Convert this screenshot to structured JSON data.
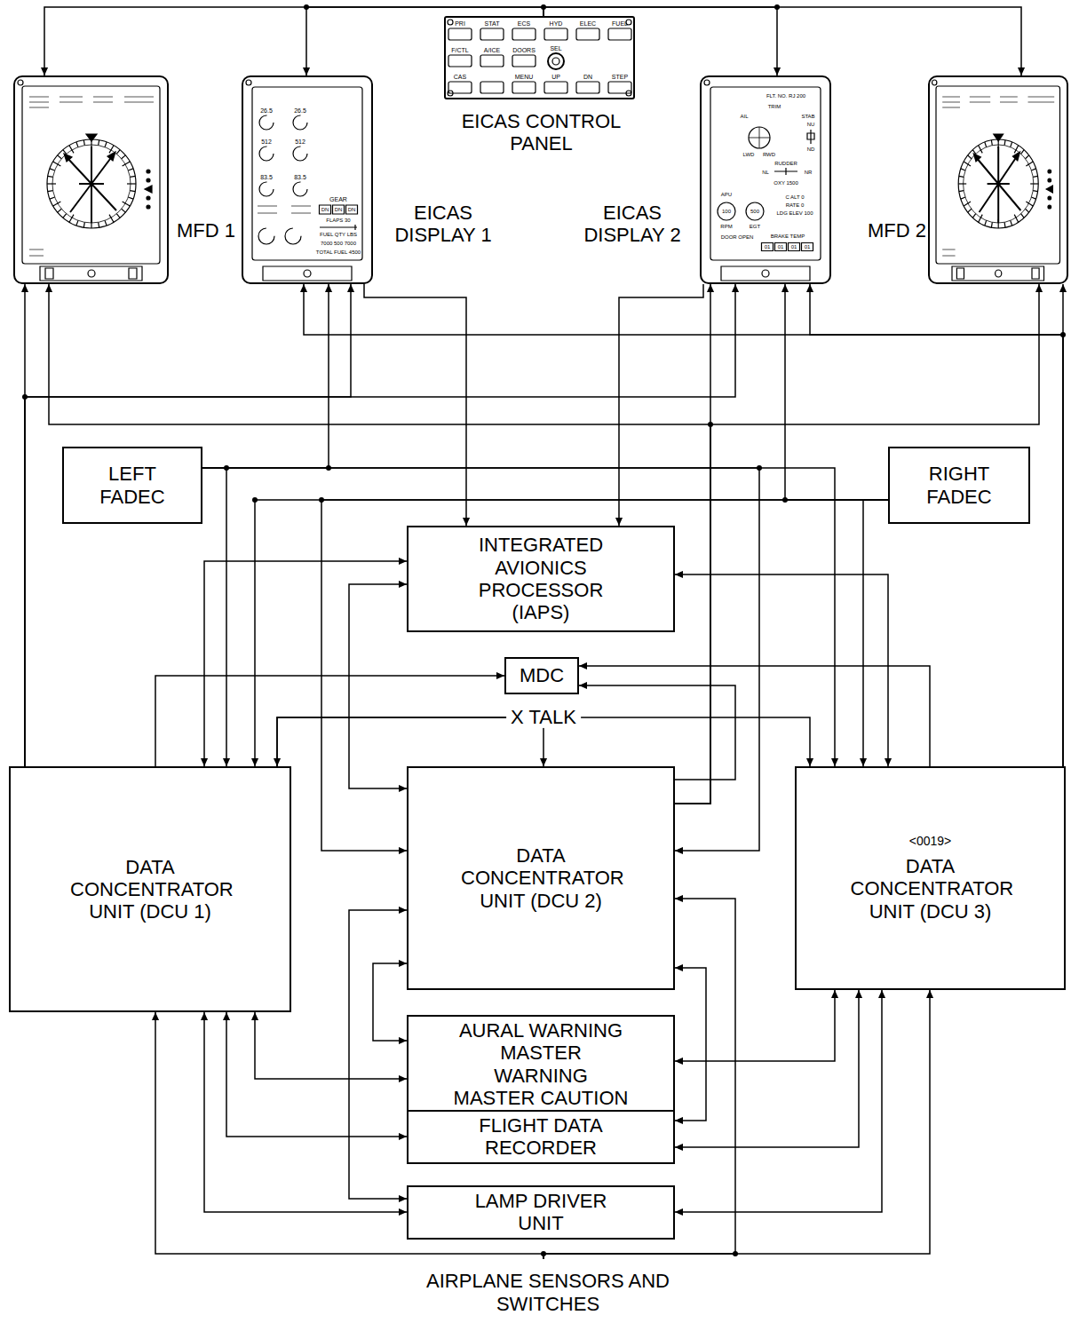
{
  "diagram": {
    "nodes": [
      {
        "text": [
          "MFD 1"
        ]
      },
      {
        "text": [
          "EICAS DISPLAY 1"
        ]
      },
      {
        "text": [
          "EICAS CONTROL PANEL"
        ]
      },
      {
        "text": [
          "EICAS DISPLAY 2"
        ]
      },
      {
        "text": [
          "MFD 2"
        ]
      },
      {
        "text": [
          "LEFT FADEC"
        ]
      },
      {
        "text": [
          "RIGHT FADEC"
        ]
      },
      {
        "text": [
          "INTEGRATED AVIONICS PROCESSOR (IAPS)"
        ]
      },
      {
        "text": [
          "MDC"
        ]
      },
      {
        "text": [
          "DATA CONCENTRATOR UNIT (DCU 1)"
        ]
      },
      {
        "text": [
          "DATA CONCENTRATOR UNIT (DCU 2)"
        ]
      },
      {
        "text": [
          "<0019>",
          "DATA CONCENTRATOR UNIT (DCU 3)"
        ]
      },
      {
        "text": [
          "AURAL WARNING MASTER WARNING MASTER CAUTION"
        ]
      },
      {
        "text": [
          "FLIGHT DATA RECORDER"
        ]
      },
      {
        "text": [
          "LAMP DRIVER UNIT"
        ]
      },
      {
        "text": [
          "AIRPLANE SENSORS AND SWITCHES"
        ]
      }
    ],
    "edges": [
      {
        "from": 2,
        "to": 0,
        "arrow": "to"
      },
      {
        "from": 2,
        "to": 1,
        "arrow": "to"
      },
      {
        "from": 2,
        "to": 3,
        "arrow": "to"
      },
      {
        "from": 2,
        "to": 4,
        "arrow": "to"
      },
      {
        "from": 1,
        "to": 7,
        "arrow": "to"
      },
      {
        "from": 3,
        "to": 7,
        "arrow": "to"
      },
      {
        "from": 9,
        "to": 0,
        "arrow": "to"
      },
      {
        "from": 9,
        "to": 1,
        "arrow": "to"
      },
      {
        "from": 9,
        "to": 3,
        "arrow": "to"
      },
      {
        "from": 10,
        "to": 0,
        "arrow": "to"
      },
      {
        "from": 10,
        "to": 3,
        "arrow": "to"
      },
      {
        "from": 10,
        "to": 4,
        "arrow": "to"
      },
      {
        "from": 11,
        "to": 1,
        "arrow": "to"
      },
      {
        "from": 11,
        "to": 3,
        "arrow": "to"
      },
      {
        "from": 11,
        "to": 4,
        "arrow": "to"
      },
      {
        "from": 5,
        "to": 1,
        "arrow": "to"
      },
      {
        "from": 5,
        "to": 9,
        "arrow": "to"
      },
      {
        "from": 5,
        "to": 10,
        "arrow": "to"
      },
      {
        "from": 5,
        "to": 11,
        "arrow": "to"
      },
      {
        "from": 6,
        "to": 3,
        "arrow": "to"
      },
      {
        "from": 6,
        "to": 9,
        "arrow": "to"
      },
      {
        "from": 6,
        "to": 10,
        "arrow": "to"
      },
      {
        "from": 6,
        "to": 11,
        "arrow": "to"
      },
      {
        "from": 9,
        "to": 7,
        "arrow": "both"
      },
      {
        "from": 7,
        "to": 10,
        "arrow": "both"
      },
      {
        "from": 7,
        "to": 11,
        "arrow": "both"
      },
      {
        "from": 9,
        "to": 8,
        "arrow": "to"
      },
      {
        "from": 10,
        "to": 8,
        "arrow": "to"
      },
      {
        "from": 11,
        "to": 8,
        "arrow": "to"
      },
      {
        "from": 9,
        "to": 11,
        "label": "X TALK",
        "arrow": "both"
      },
      {
        "from": 9,
        "to": 10,
        "arrow": "to"
      },
      {
        "from": 9,
        "to": 12,
        "arrow": "both"
      },
      {
        "from": 9,
        "to": 13,
        "arrow": "both"
      },
      {
        "from": 9,
        "to": 14,
        "arrow": "both"
      },
      {
        "from": 10,
        "to": 12,
        "arrow": "both"
      },
      {
        "from": 10,
        "to": 13,
        "arrow": "both"
      },
      {
        "from": 10,
        "to": 14,
        "arrow": "both"
      },
      {
        "from": 11,
        "to": 12,
        "arrow": "both"
      },
      {
        "from": 11,
        "to": 13,
        "arrow": "both"
      },
      {
        "from": 11,
        "to": 14,
        "arrow": "both"
      },
      {
        "from": 15,
        "to": 9,
        "arrow": "to"
      },
      {
        "from": 15,
        "to": 10,
        "arrow": "to"
      },
      {
        "from": 15,
        "to": 11,
        "arrow": "to"
      }
    ],
    "labels": [
      "PRI",
      "STAT",
      "ECS",
      "HYD",
      "ELEC",
      "FUEL",
      "F/CTL",
      "A/ICE",
      "DOORS",
      "SEL",
      "CAS",
      "MENU",
      "UP",
      "DN",
      "STEP",
      "26.5",
      "26.5",
      "512",
      "512",
      "83.5",
      "83.5",
      "GEAR",
      "DN",
      "DN",
      "DN",
      "FLAPS 30",
      "FUEL QTY LBS",
      "7000 500 7000",
      "TOTAL FUEL 4500",
      "FLT. NO. RJ 200",
      "TRIM",
      "AIL",
      "STAB",
      "NU",
      "ND",
      "LWD",
      "RWD",
      "RUDDER",
      "NL",
      "NR",
      "OXY 1500",
      "APU",
      "100",
      "500",
      "RPM",
      "EGT",
      "DOOR OPEN",
      "C ALT 0",
      "RATE 0",
      "LDG ELEV 100",
      "BRAKE TEMP",
      "01",
      "01",
      "01",
      "01"
    ]
  }
}
